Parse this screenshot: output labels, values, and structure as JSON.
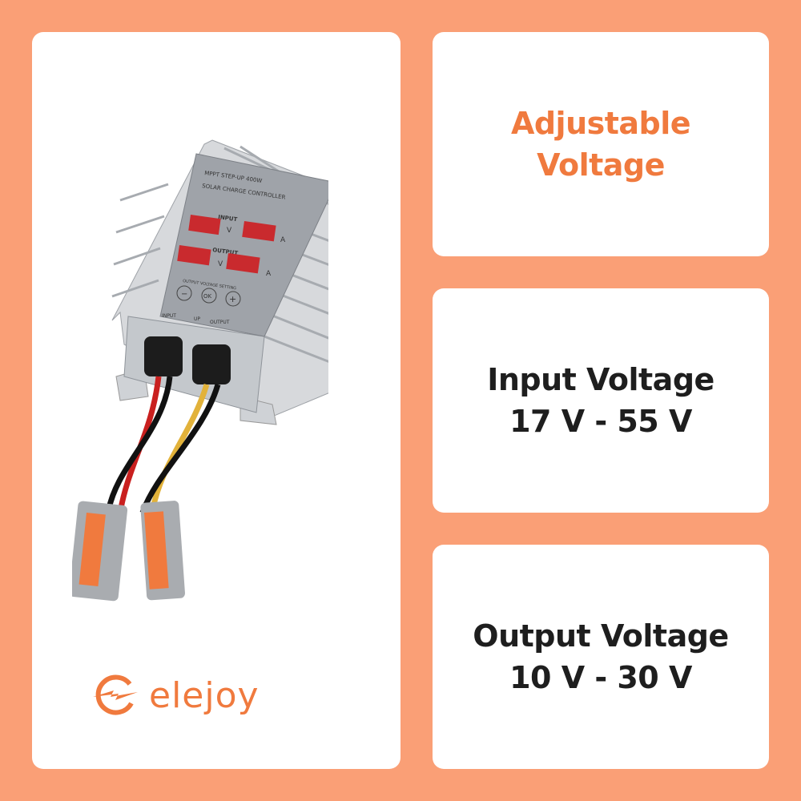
{
  "product": {
    "brand": "elejoy",
    "panel_title": "MPPT STEP-UP 400W",
    "panel_subtitle": "SOLAR CHARGE CONTROLLER",
    "input_label": "INPUT",
    "output_label": "OUTPUT",
    "volt_unit": "V",
    "amp_unit": "A",
    "setting_label": "OUTPUT VOLTAGE SETTING",
    "btn_minus": "−",
    "btn_ok": "OK",
    "btn_plus": "+",
    "flow_input": "INPUT",
    "flow_up": "UP",
    "flow_output": "OUTPUT"
  },
  "features": [
    {
      "line1": "Adjustable",
      "line2": "Voltage"
    },
    {
      "line1": "Input Voltage",
      "line2": "17 V - 55 V"
    },
    {
      "line1": "Output Voltage",
      "line2": "10 V - 30 V"
    }
  ],
  "colors": {
    "background": "#fa9f76",
    "accent": "#f07a3e",
    "text": "#1e1e1e",
    "display": "#d8262b"
  }
}
